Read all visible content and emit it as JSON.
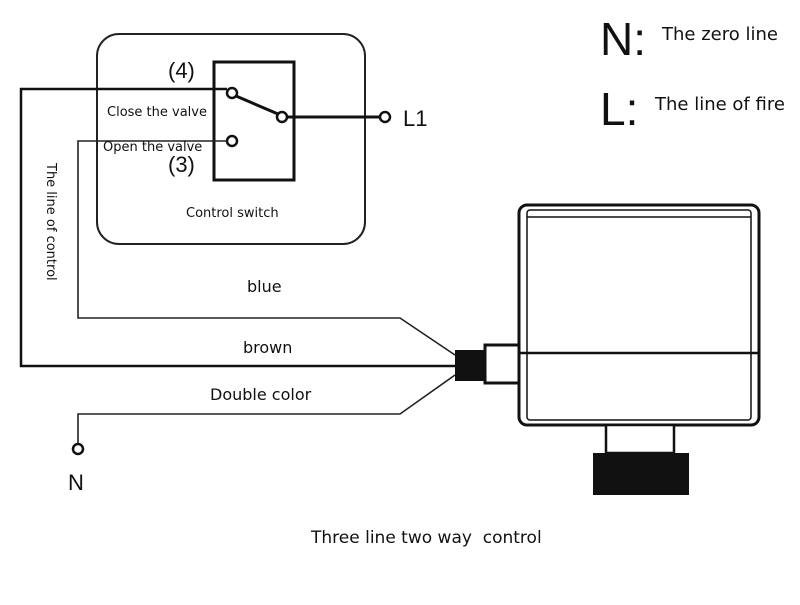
{
  "legend": {
    "n_symbol": "N:",
    "n_text": "The zero line",
    "l_symbol": "L:",
    "l_text": "The line of fire"
  },
  "switch": {
    "terminal_4": "(4)",
    "terminal_3": "(3)",
    "close_label": "Close the valve",
    "open_label": "Open the valve",
    "title": "Control switch",
    "l1_label": "L1"
  },
  "wires": {
    "control_label": "The line of control",
    "blue": "blue",
    "brown": "brown",
    "double": "Double color",
    "neutral_terminal": "N"
  },
  "caption": "Three line two way  control"
}
